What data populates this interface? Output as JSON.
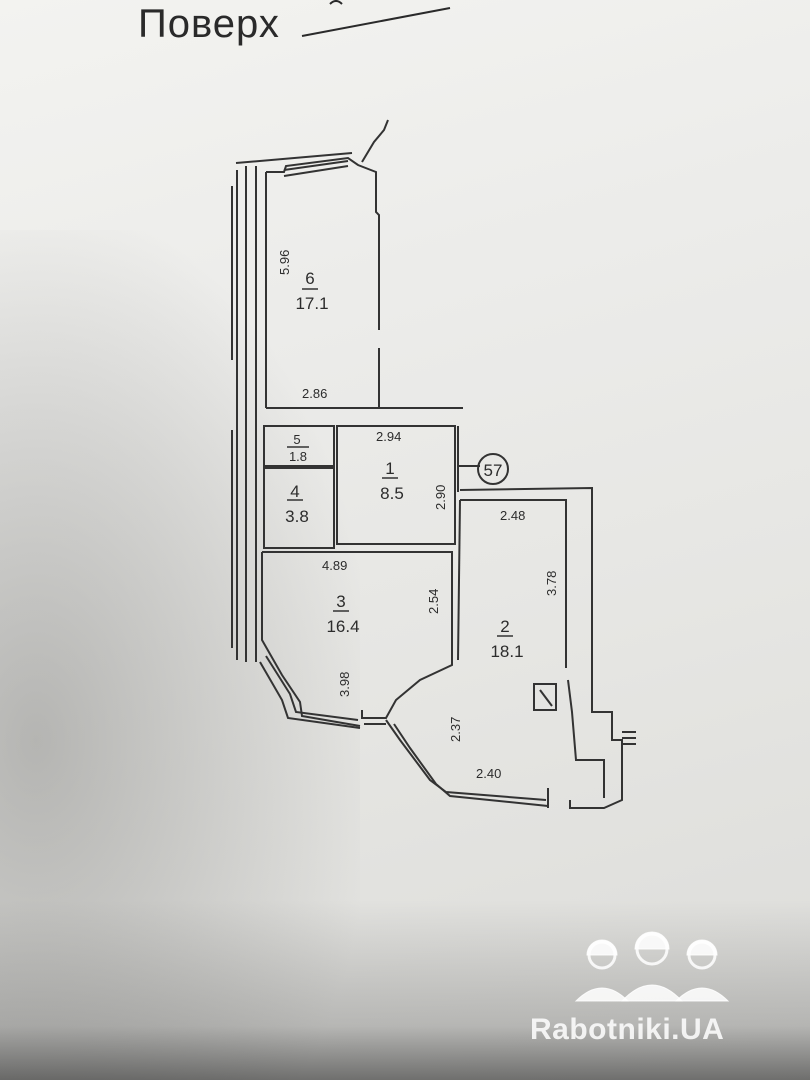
{
  "header": {
    "floor_label": "Поверх"
  },
  "apartment_number": "57",
  "rooms": [
    {
      "number": "1",
      "area": "8.5"
    },
    {
      "number": "2",
      "area": "18.1"
    },
    {
      "number": "3",
      "area": "16.4"
    },
    {
      "number": "4",
      "area": "3.8"
    },
    {
      "number": "5",
      "area": "1.8"
    },
    {
      "number": "6",
      "area": "17.1"
    }
  ],
  "dimensions": {
    "r6_height": "5.96",
    "r6_width": "2.86",
    "r1_width": "2.94",
    "r1_height": "2.90",
    "r2_width": "2.48",
    "r2_height": "3.78",
    "r3_width": "4.89",
    "r3_height_right": "2.54",
    "r3_height_left": "3.98",
    "balcony_height": "2.37",
    "balcony_width": "2.40"
  },
  "watermark": {
    "text": "Rabotniki.UA"
  }
}
